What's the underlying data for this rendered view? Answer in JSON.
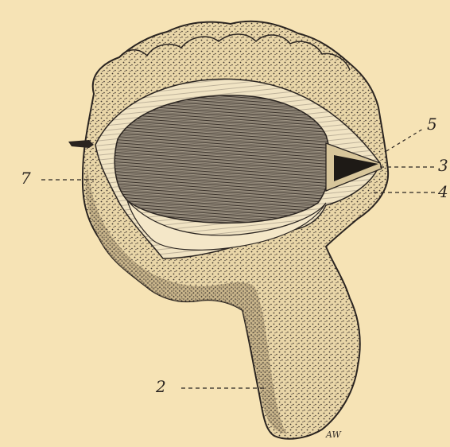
{
  "figure": {
    "labels": {
      "l1": "7",
      "l2": "2",
      "l3": "3",
      "l4": "4",
      "l5": "5"
    },
    "signature": "AW"
  },
  "colors": {
    "paper": "#f6e3b5",
    "ink": "#2a2420",
    "shadow": "#6b5f54"
  }
}
